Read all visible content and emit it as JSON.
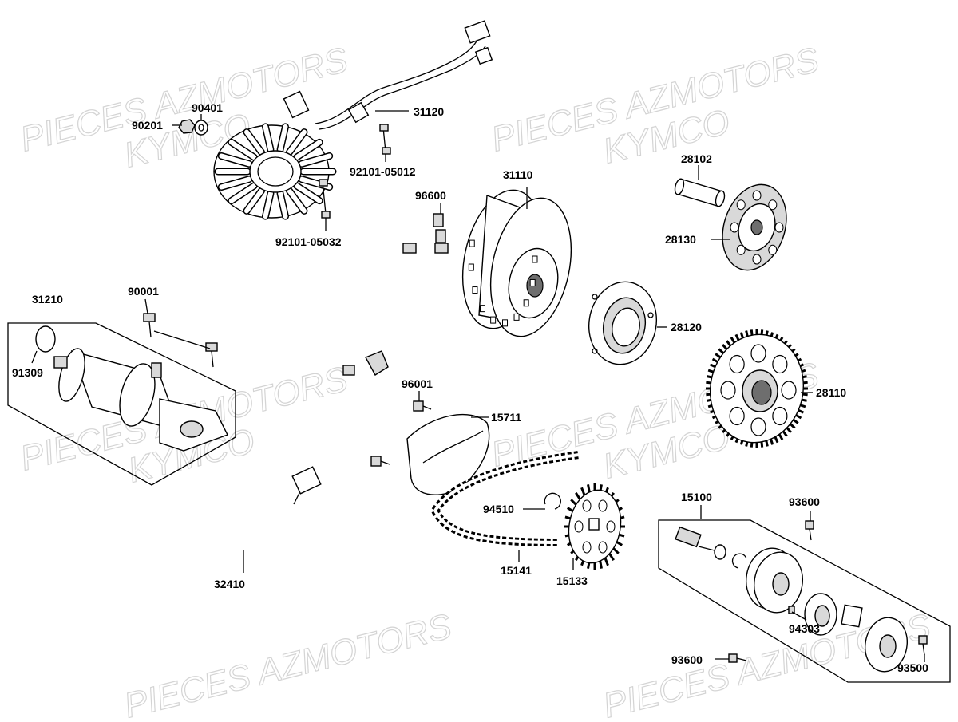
{
  "watermarks": [
    "PIECES AZMOTORS",
    "KYMCO"
  ],
  "parts": {
    "p31120": "31120",
    "p90401": "90401",
    "p90201": "90201",
    "p92101_05012": "92101-05012",
    "p92101_05032": "92101-05032",
    "p96600": "96600",
    "p31110": "31110",
    "p28102": "28102",
    "p28130": "28130",
    "p28120": "28120",
    "p28110": "28110",
    "p31210": "31210",
    "p90001": "90001",
    "p91309": "91309",
    "p96001": "96001",
    "p15711": "15711",
    "p94510": "94510",
    "p15141": "15141",
    "p15133": "15133",
    "p32410": "32410",
    "p15100": "15100",
    "p93600a": "93600",
    "p93600b": "93600",
    "p94303": "94303",
    "p93500": "93500"
  }
}
